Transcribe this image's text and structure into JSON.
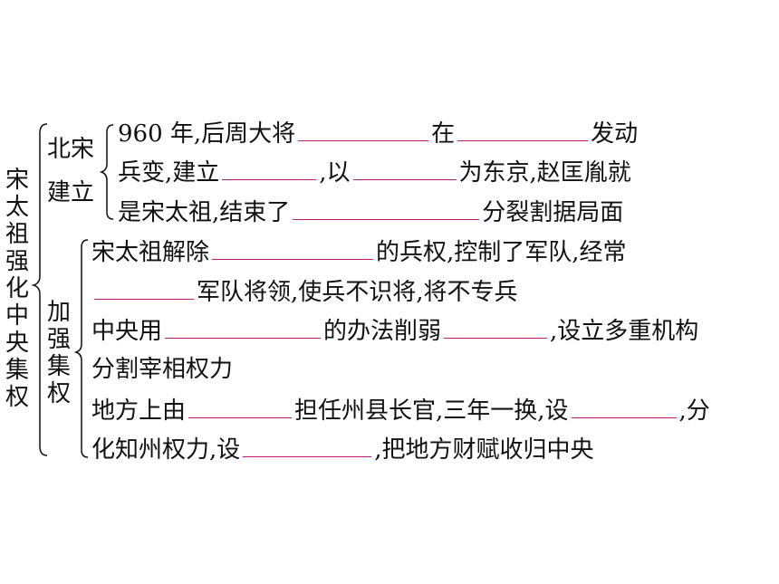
{
  "root_label": "宋太祖强化中央集权",
  "sections": [
    {
      "label_lines": [
        "北宋",
        "建立"
      ],
      "lines": [
        [
          {
            "t": "960 年,后周大将"
          },
          {
            "b": 144
          },
          {
            "t": "在"
          },
          {
            "b": 144
          },
          {
            "t": "发动"
          }
        ],
        [
          {
            "t": "兵变,建立"
          },
          {
            "b": 104
          },
          {
            "t": ",以"
          },
          {
            "b": 114
          },
          {
            "t": "为东京,赵匡胤就"
          }
        ],
        [
          {
            "t": "是宋太祖,结束了"
          },
          {
            "b": 206
          },
          {
            "t": "分裂割据局面"
          }
        ]
      ]
    },
    {
      "label": "加强集权",
      "lines": [
        [
          {
            "t": "宋太祖解除"
          },
          {
            "b": 178
          },
          {
            "t": "的兵权,控制了军队,经常"
          }
        ],
        [
          {
            "b": 110
          },
          {
            "t": "军队将领,使兵不识将,将不专兵"
          }
        ],
        [
          {
            "t": "中央用"
          },
          {
            "b": 172
          },
          {
            "t": "的办法削弱"
          },
          {
            "b": 114
          },
          {
            "t": ",设立多重机构"
          }
        ],
        [
          {
            "t": "分割宰相权力"
          }
        ],
        [
          {
            "t": "地方上由"
          },
          {
            "b": 114
          },
          {
            "t": "担任州县长官,三年一换,设"
          },
          {
            "b": 116
          },
          {
            "t": ",分"
          }
        ],
        [
          {
            "t": "化知州权力,设"
          },
          {
            "b": 142
          },
          {
            "t": ",把地方财赋收归中央"
          }
        ]
      ]
    }
  ],
  "colors": {
    "blank_line": "#c2187a",
    "text": "#111111",
    "brace": "#111111"
  }
}
